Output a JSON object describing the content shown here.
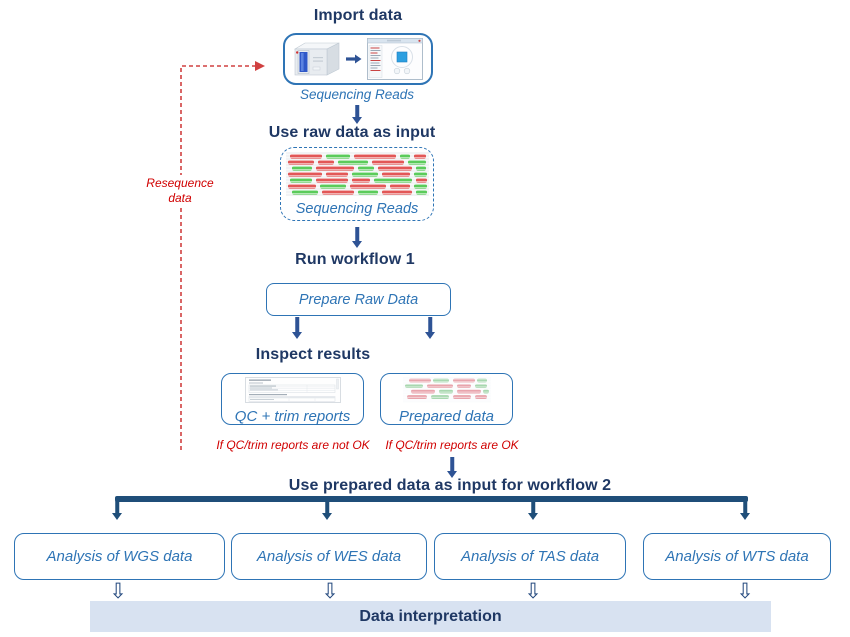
{
  "flow": {
    "import_heading": "Import data",
    "import_caption": "Sequencing Reads",
    "raw_heading": "Use raw data as input",
    "raw_caption": "Sequencing Reads",
    "workflow1_heading": "Run workflow 1",
    "workflow1_box_label": "Prepare Raw Data",
    "inspect_heading": "Inspect results",
    "qc_box_label": "QC + trim reports",
    "prepared_box_label": "Prepared data",
    "branch_not_ok": "If QC/trim reports are not OK",
    "branch_ok": "If QC/trim reports are OK",
    "resequence_label": "Resequence data",
    "workflow2_heading": "Use prepared data as input for workflow 2",
    "analyses": [
      "Analysis of WGS data",
      "Analysis of WES data",
      "Analysis of TAS data",
      "Analysis of WTS data"
    ],
    "interpretation_label": "Data interpretation"
  },
  "glyphs": {
    "double_down_arrow": "⇩"
  },
  "colors": {
    "heading": "#1F3864",
    "box_border": "#2E74B5",
    "label_blue": "#2E74B5",
    "arrow": "#2E5395",
    "bar": "#1F4E79",
    "red": "#D00000",
    "interpretation_bg": "#D8E2F1",
    "read_red": "#E25757",
    "read_green": "#5BCB5B",
    "prepared_red": "#E8A4AC",
    "prepared_green": "#A8D7AF"
  }
}
